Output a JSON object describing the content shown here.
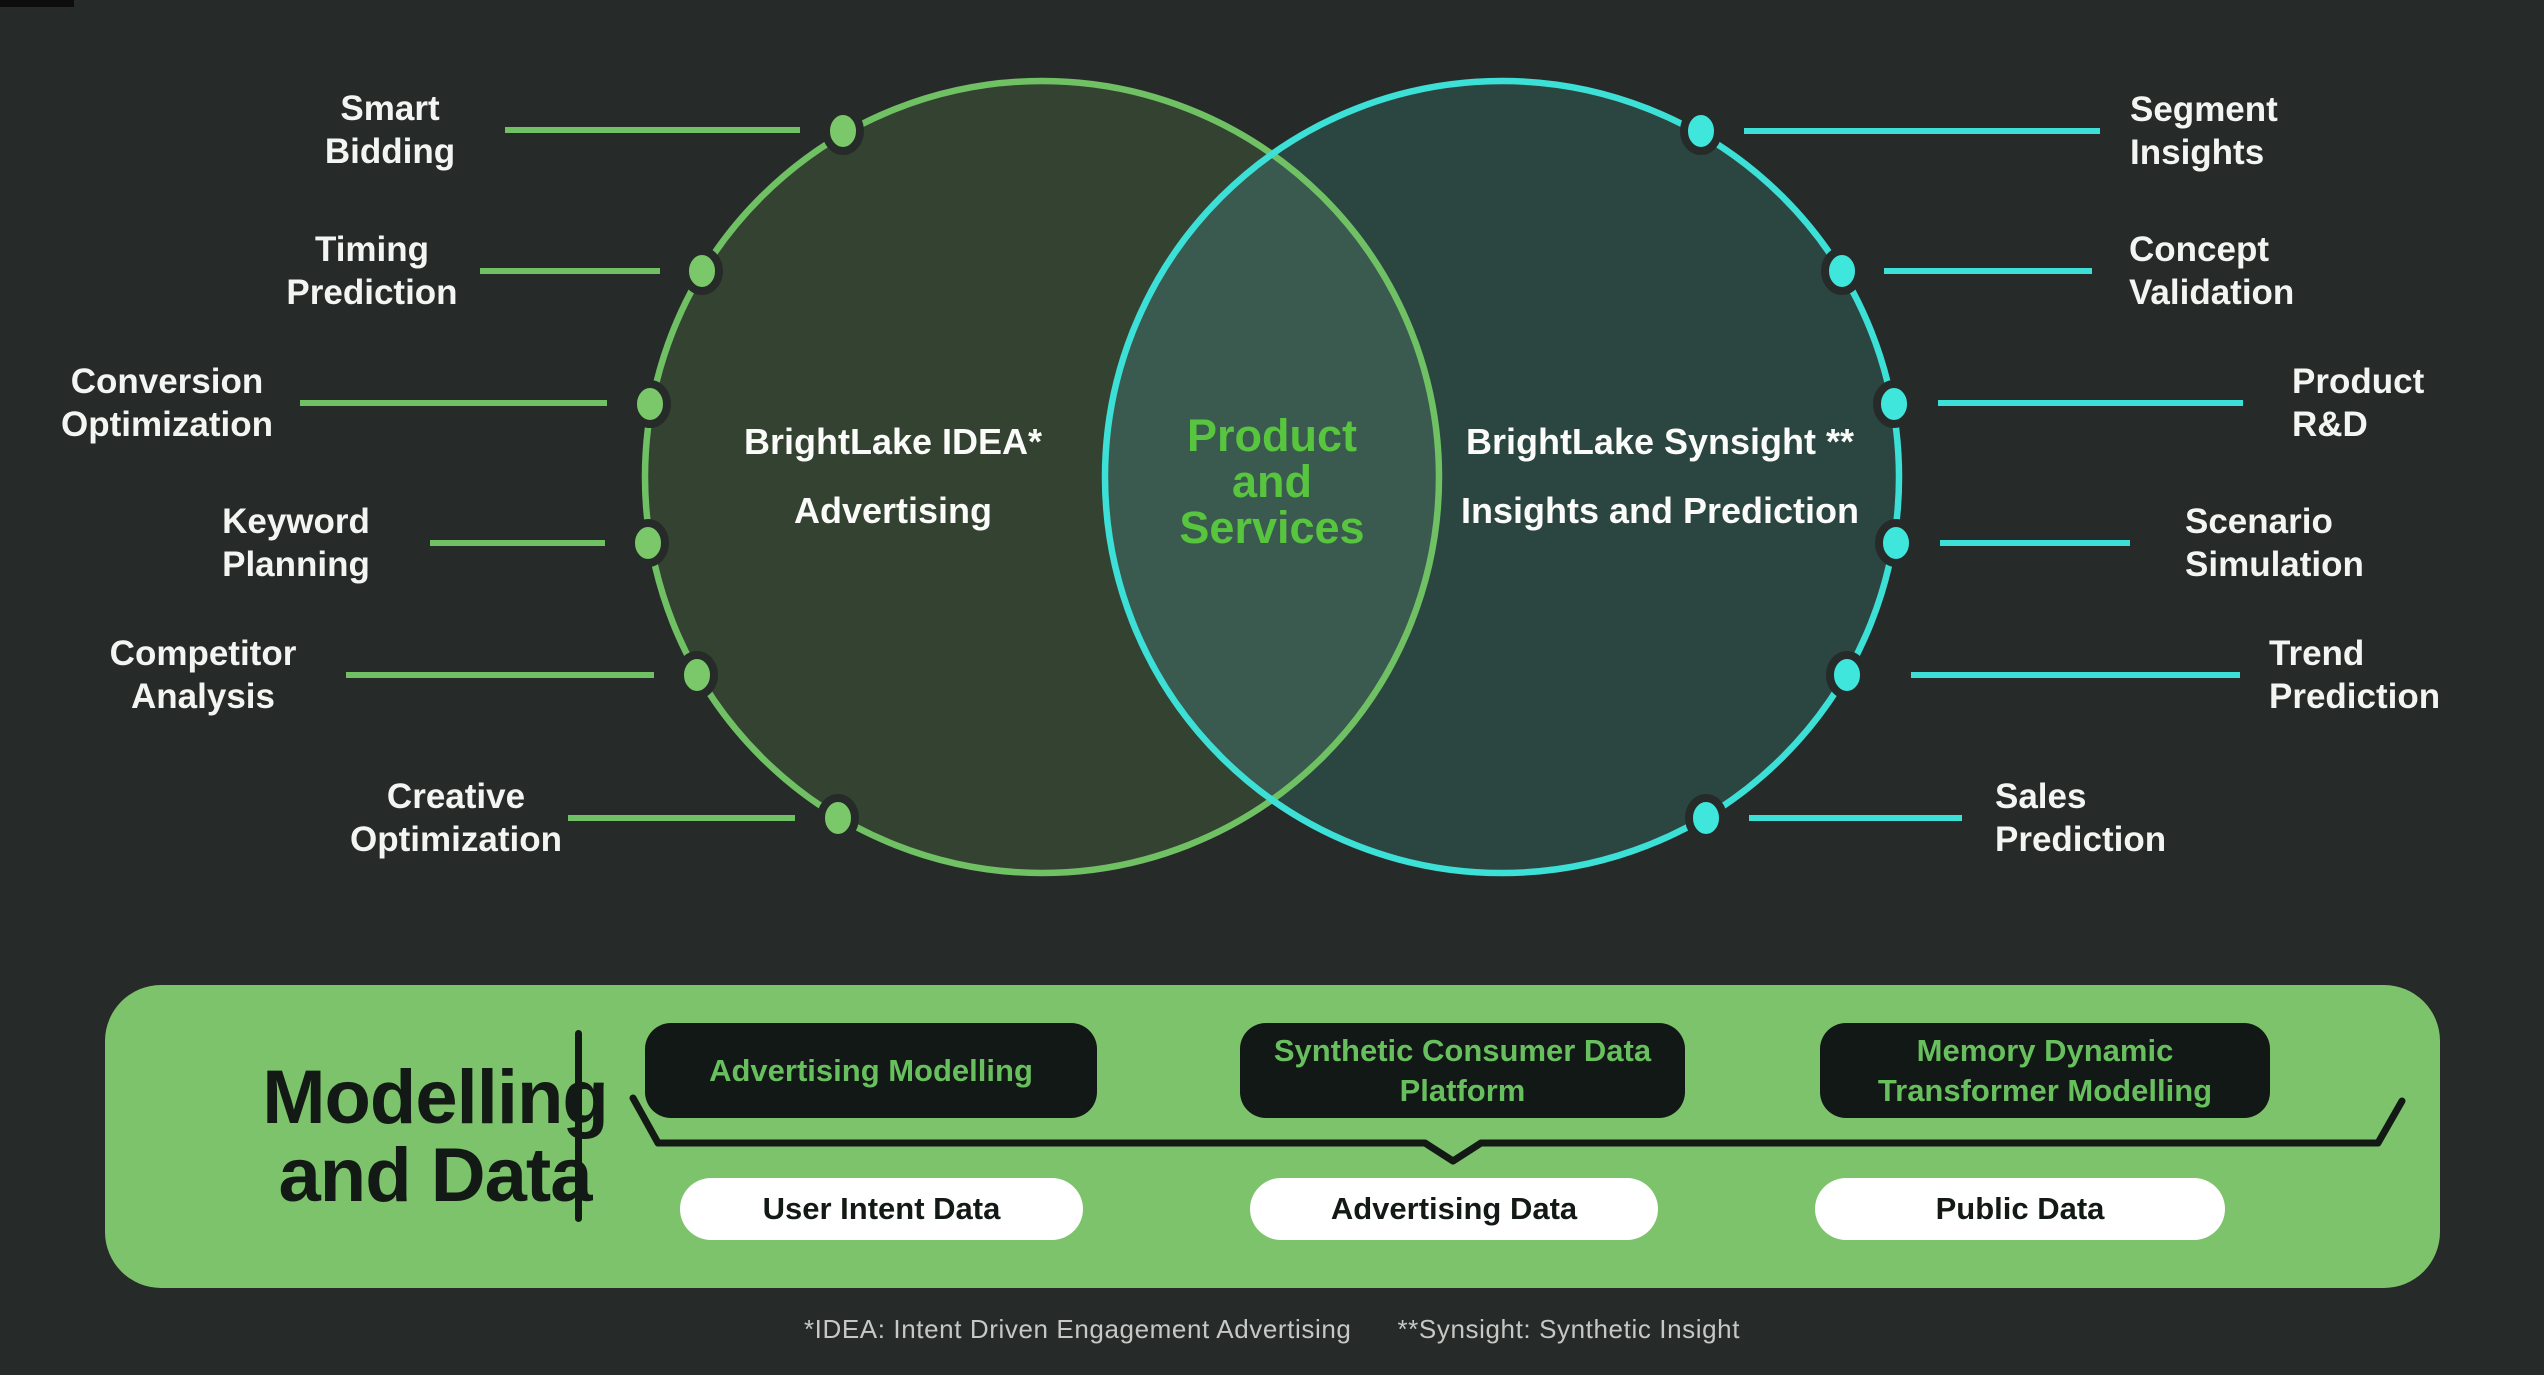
{
  "venn": {
    "left": {
      "title": "BrightLake IDEA*",
      "subtitle": "Advertising",
      "items": [
        "Smart Bidding",
        "Timing Prediction",
        "Conversion Optimization",
        "Keyword Planning",
        "Competitor Analysis",
        "Creative Optimization"
      ]
    },
    "right": {
      "title": "BrightLake Synsight **",
      "subtitle": "Insights and Prediction",
      "items": [
        "Segment Insights",
        "Concept Validation",
        "Product R&D",
        "Scenario Simulation",
        "Trend Prediction",
        "Sales Prediction"
      ]
    },
    "center": {
      "label": "Product\nand\nServices"
    }
  },
  "panel": {
    "title": "Modelling and Data",
    "modelling_boxes": [
      "Advertising Modelling",
      "Synthetic Consumer Data Platform",
      "Memory Dynamic Transformer Modelling"
    ],
    "data_pills": [
      "User Intent Data",
      "Advertising Data",
      "Public Data"
    ]
  },
  "footnotes": [
    "*IDEA: Intent Driven Engagement Advertising",
    "**Synsight: Synthetic Insight"
  ],
  "colors": {
    "background": "#262B29",
    "left_circle_stroke": "#6FC164",
    "left_circle_fill": "#334231",
    "right_circle_stroke": "#3CE0D6",
    "right_circle_fill": "#2B4540",
    "overlap_fill": "#3A594F",
    "center_text_green": "#58C53E",
    "panel_bg": "#7CC36B",
    "panel_dark": "#131A15",
    "module_text_green": "#68BF5D",
    "footnote_gray": "#C5C8C5"
  }
}
